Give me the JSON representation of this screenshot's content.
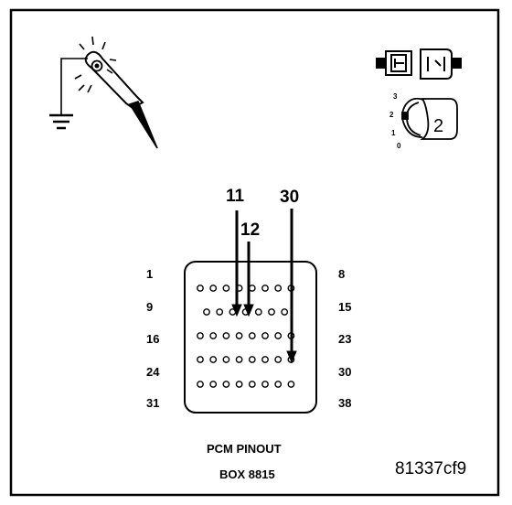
{
  "diagram": {
    "caption_line1": "PCM PINOUT",
    "caption_line2": "BOX 8815",
    "figure_id": "81337cf9",
    "probe_pins": [
      "11",
      "12",
      "30"
    ],
    "row_labels": {
      "left": [
        "1",
        "9",
        "16",
        "24",
        "31"
      ],
      "right": [
        "8",
        "15",
        "23",
        "30",
        "38"
      ]
    },
    "ignition_positions": [
      "3",
      "2",
      "1",
      "0"
    ],
    "ignition_selected": "2",
    "icons": [
      "test-light-icon",
      "ground-symbol-icon",
      "connector-disconnected-icon",
      "ignition-key-icon"
    ],
    "connector_rows": [
      8,
      7,
      8,
      8,
      8
    ]
  }
}
